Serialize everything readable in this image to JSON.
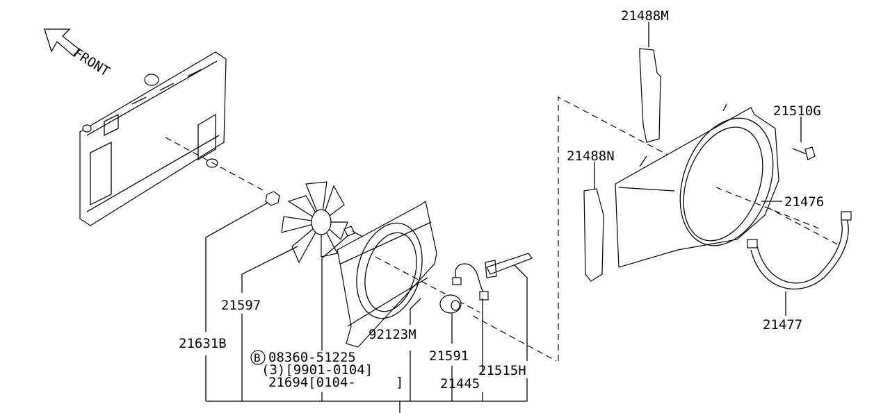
{
  "front_label": "FRONT",
  "parts": {
    "p21488M": "21488M",
    "p21510G": "21510G",
    "p21488N": "21488N",
    "p21476": "21476",
    "p21477": "21477",
    "p21597": "21597",
    "p21631B": "21631B",
    "p92123M": "92123M",
    "p21591": "21591",
    "p21515H": "21515H",
    "p21445": "21445",
    "bolt_marker": "B",
    "bolt_number": "08360-51225",
    "bolt_qty_range": "(3)[9901-0104]",
    "p21694": "21694[0104-     ]"
  }
}
